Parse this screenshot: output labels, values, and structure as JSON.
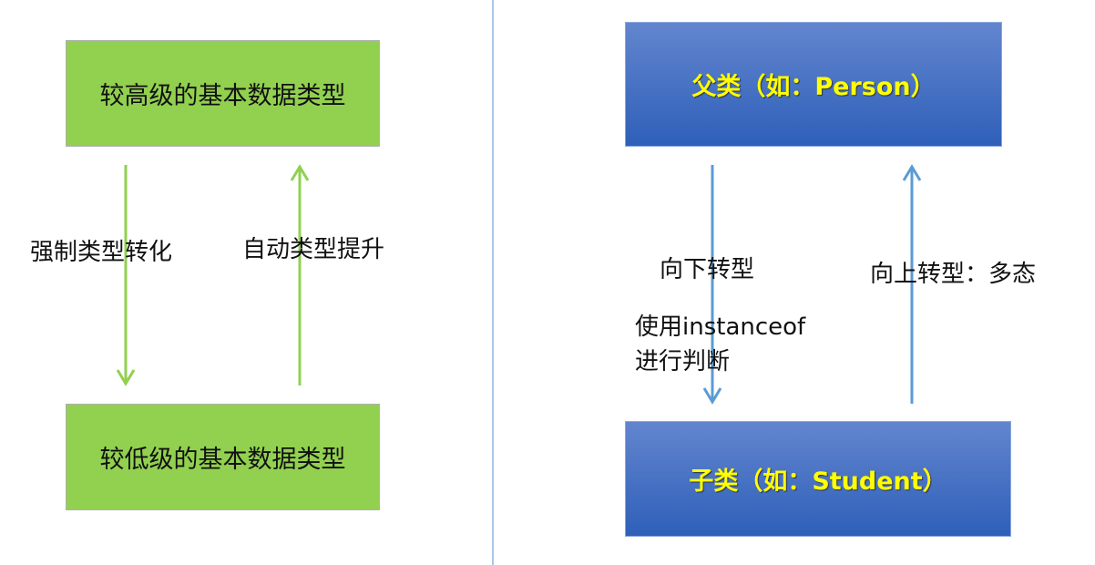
{
  "left": {
    "top_box": "较高级的基本数据类型",
    "bottom_box": "较低级的基本数据类型",
    "down_label": "强制类型转化",
    "up_label": "自动类型提升",
    "color": "#92d050",
    "arrow_color": "#92d050"
  },
  "right": {
    "top_box": "父类（如：Person）",
    "bottom_box": "子类（如：Student）",
    "down_label": "向下转型",
    "down_note_1": "使用instanceof",
    "down_note_2": "进行判断",
    "up_label": "向上转型：多态",
    "color": "#3a68c0",
    "arrow_color": "#5b9bd5"
  }
}
